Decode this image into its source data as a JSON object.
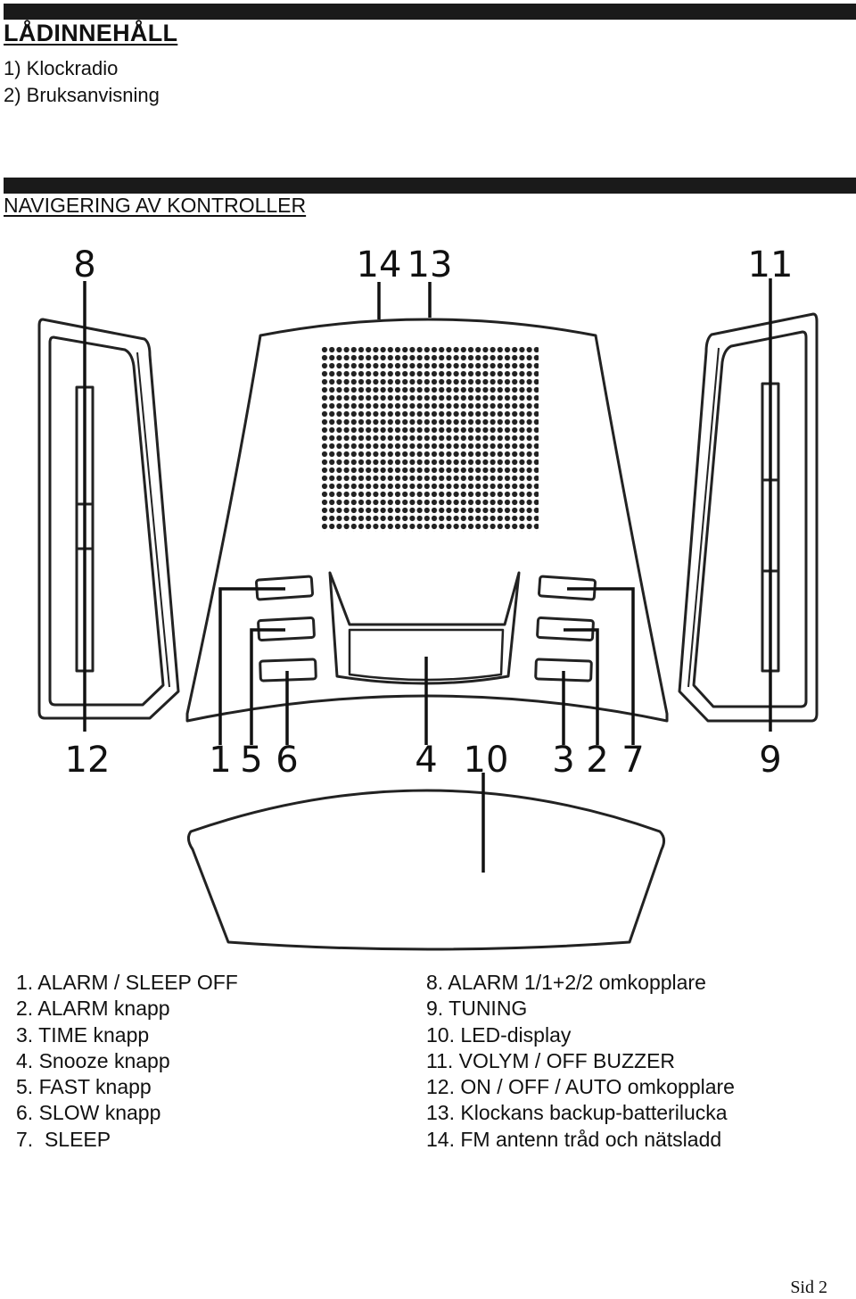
{
  "sections": {
    "box_contents_title": "LÅDINNEHÅLL",
    "box_contents": [
      "1) Klockradio",
      "2) Bruksanvisning"
    ],
    "controls_title": "NAVIGERING AV KONTROLLER"
  },
  "callouts": {
    "c1": "1",
    "c2": "2",
    "c3": "3",
    "c4": "4",
    "c5": "5",
    "c6": "6",
    "c7": "7",
    "c8": "8",
    "c9": "9",
    "c10": "10",
    "c11": "11",
    "c12": "12",
    "c13": "13",
    "c14": "14"
  },
  "legend_left": [
    "1. ALARM / SLEEP OFF",
    "2. ALARM knapp",
    "3. TIME knapp",
    "4. Snooze knapp",
    "5. FAST knapp",
    "6. SLOW knapp",
    "7.  SLEEP"
  ],
  "legend_right": [
    "8. ALARM 1/1+2/2 omkopplare",
    "9. TUNING",
    "10. LED-display",
    "11. VOLYM / OFF BUZZER",
    "12. ON / OFF / AUTO omkopplare",
    "13. Klockans backup-batterilucka",
    "14. FM antenn tråd och nätsladd"
  ],
  "page_number": "Sid 2"
}
